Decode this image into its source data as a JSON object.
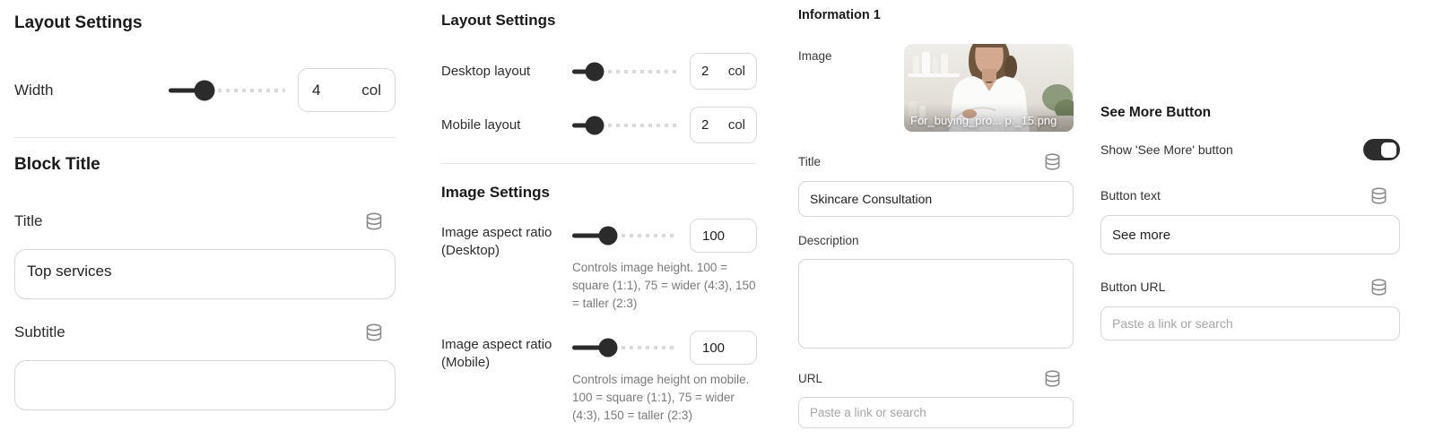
{
  "layout_block": {
    "header": "Layout Settings",
    "width": {
      "label": "Width",
      "value": "4",
      "unit": "col"
    }
  },
  "block_title": {
    "header": "Block Title",
    "title": {
      "label": "Title",
      "value": "Top services"
    },
    "subtitle": {
      "label": "Subtitle",
      "value": ""
    }
  },
  "layout_item": {
    "header": "Layout Settings",
    "desktop": {
      "label": "Desktop layout",
      "value": "2",
      "unit": "col"
    },
    "mobile": {
      "label": "Mobile layout",
      "value": "2",
      "unit": "col"
    }
  },
  "image_settings": {
    "header": "Image Settings",
    "aspect_desktop": {
      "label": "Image aspect ratio (Desktop)",
      "value": "100",
      "helper": "Controls image height. 100 = square (1:1), 75 = wider (4:3), 150 = taller (2:3)"
    },
    "aspect_mobile": {
      "label": "Image aspect ratio (Mobile)",
      "value": "100",
      "helper": "Controls image height on mobile. 100 = square (1:1), 75 = wider (4:3), 150 = taller (2:3)"
    }
  },
  "information": {
    "header": "Information 1",
    "image": {
      "label": "Image",
      "filename": "For_buying_pro... p._15.png"
    },
    "title": {
      "label": "Title",
      "value": "Skincare Consultation"
    },
    "description": {
      "label": "Description",
      "value": ""
    },
    "url": {
      "label": "URL",
      "placeholder": "Paste a link or search"
    }
  },
  "see_more": {
    "header": "See More Button",
    "toggle": {
      "label": "Show 'See More' button",
      "state": "on"
    },
    "button_text": {
      "label": "Button text",
      "value": "See more"
    },
    "button_url": {
      "label": "Button URL",
      "placeholder": "Paste a link or search"
    }
  },
  "colors": {
    "accent_dark": "#2b2b2b",
    "input_border": "#d6d6d6",
    "helper_text": "#7a7a7a",
    "placeholder": "#a6a6a6",
    "divider": "#e8e8e8"
  }
}
